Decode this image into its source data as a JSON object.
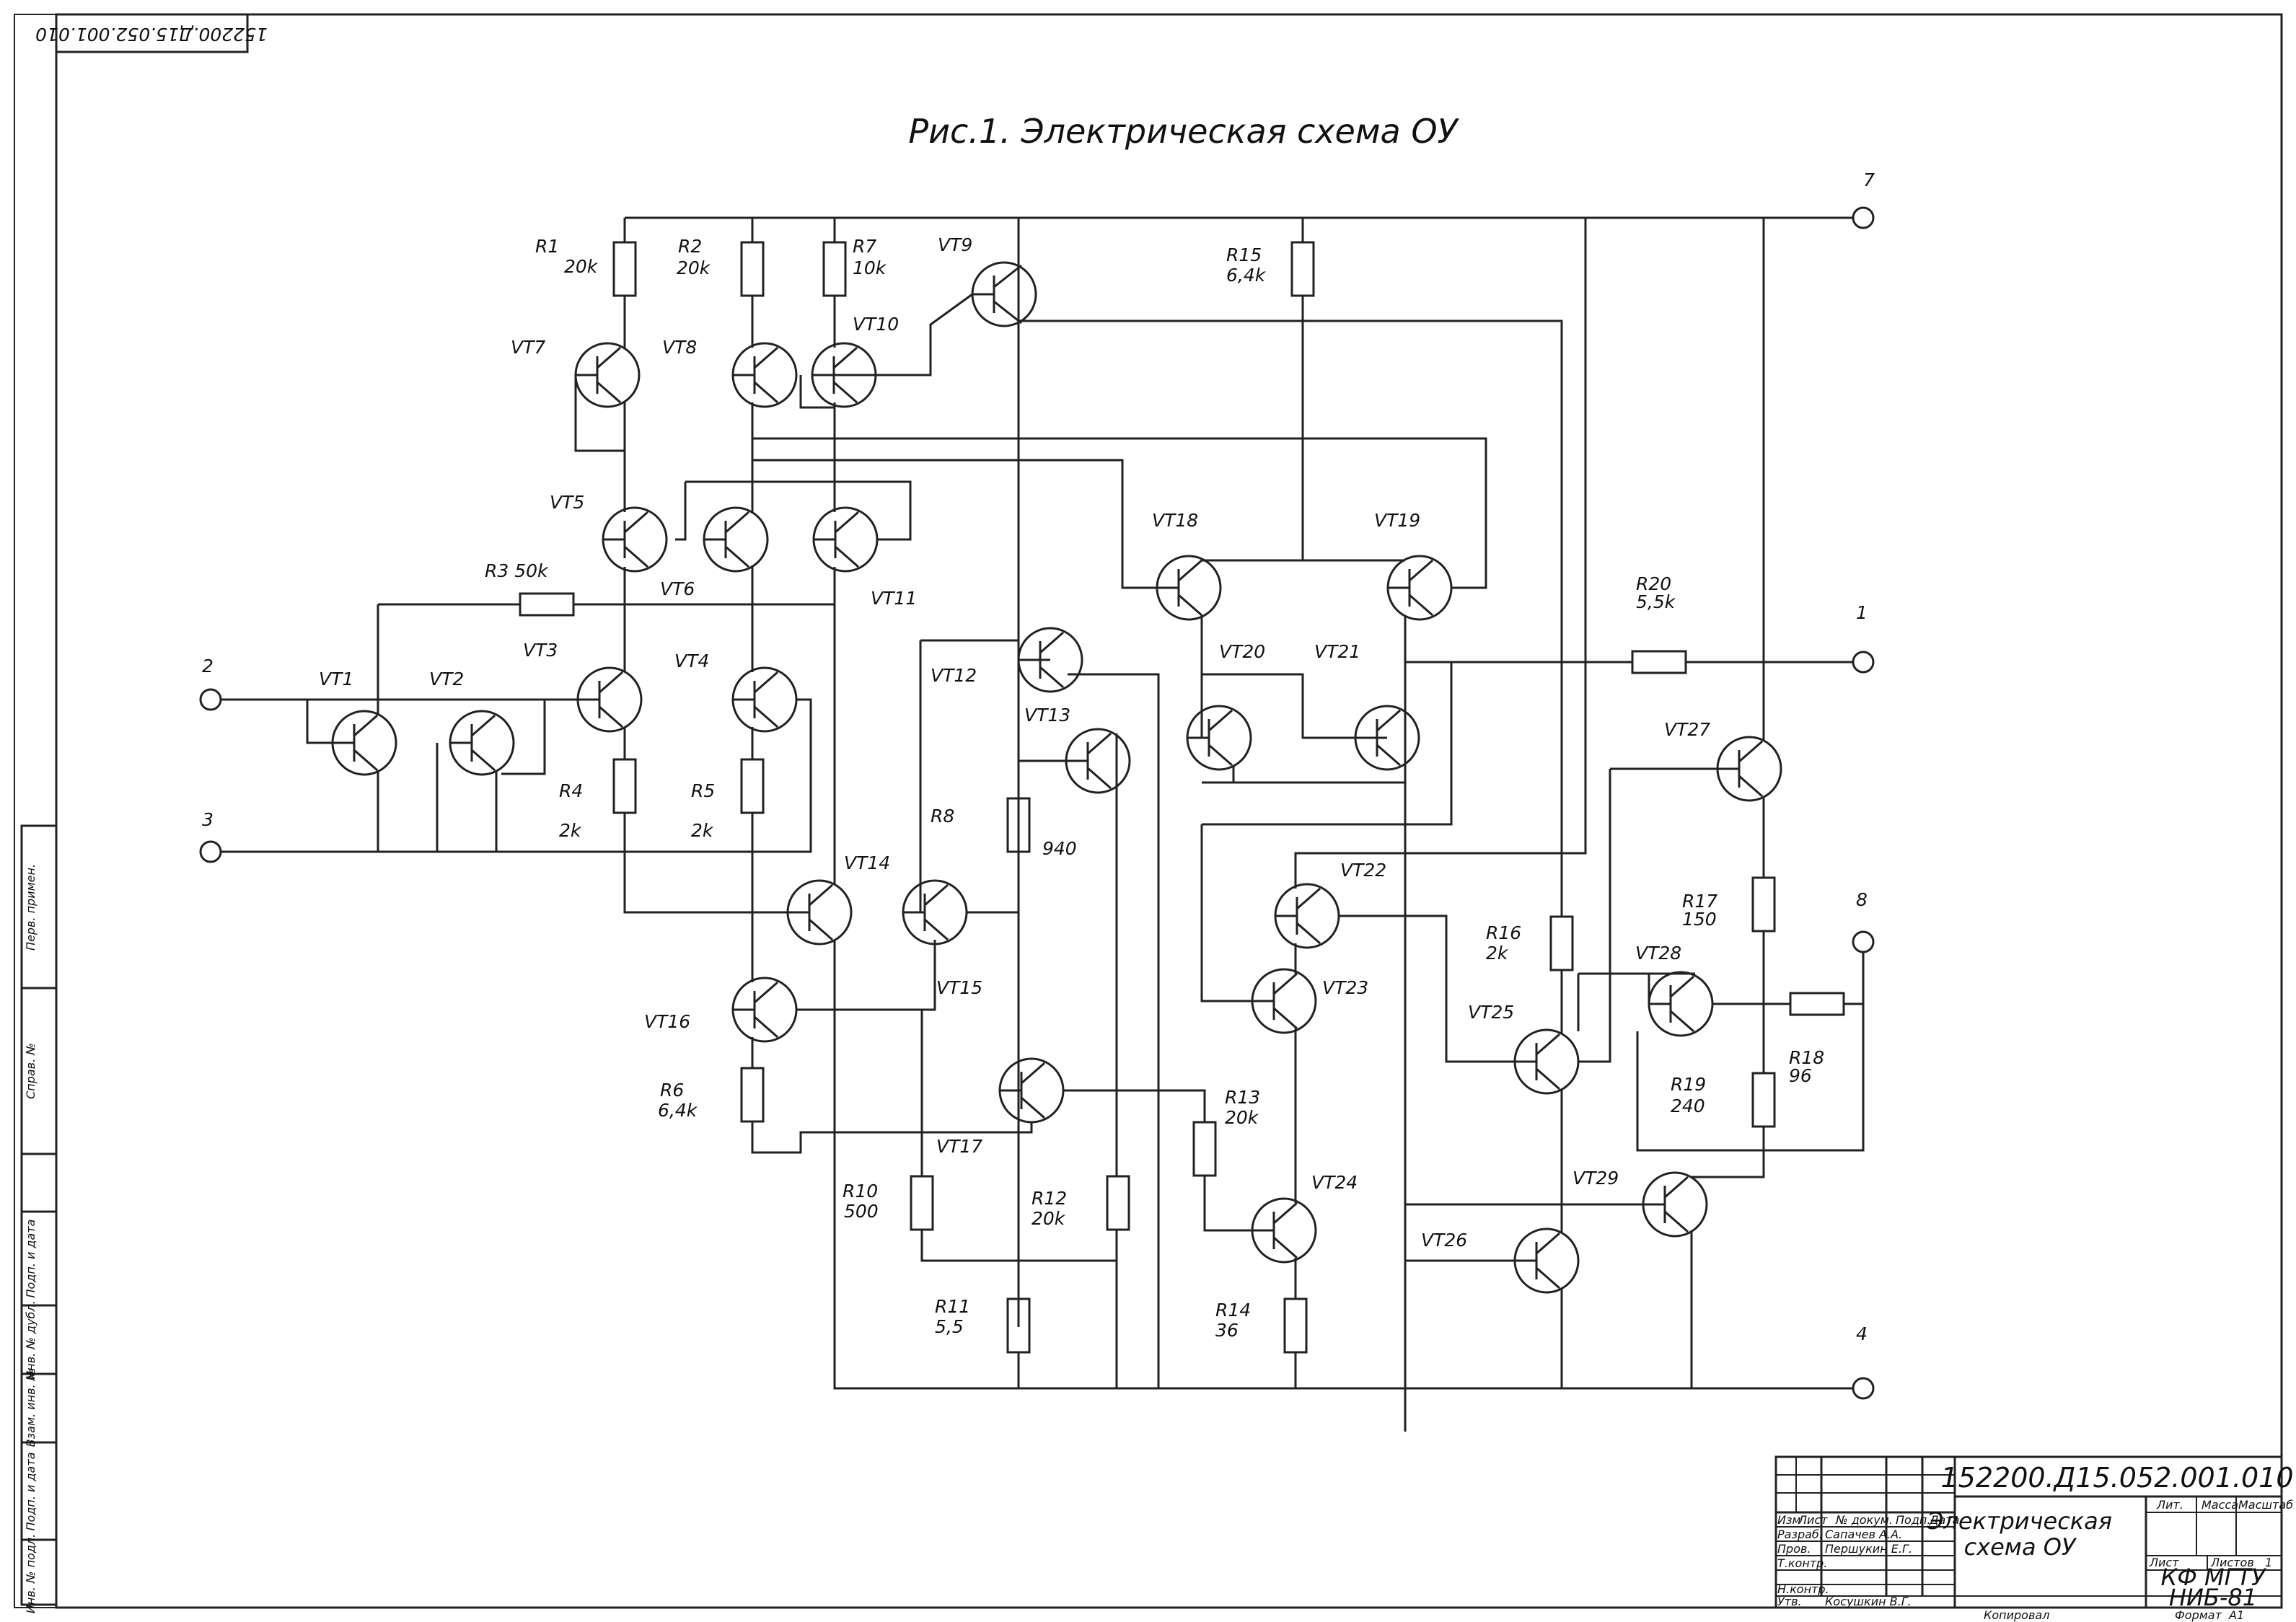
{
  "sheet": {
    "title": "Рис.1. Электрическая схема ОУ",
    "stamp": "152200.Д15.052.001.010"
  },
  "terminals": [
    {
      "id": "t7",
      "label": "7"
    },
    {
      "id": "t1",
      "label": "1"
    },
    {
      "id": "t2",
      "label": "2"
    },
    {
      "id": "t3",
      "label": "3"
    },
    {
      "id": "t8",
      "label": "8"
    },
    {
      "id": "t4",
      "label": "4"
    }
  ],
  "transistors": [
    "VT1",
    "VT2",
    "VT3",
    "VT4",
    "VT5",
    "VT6",
    "VT7",
    "VT8",
    "VT9",
    "VT10",
    "VT11",
    "VT12",
    "VT13",
    "VT14",
    "VT15",
    "VT16",
    "VT17",
    "VT18",
    "VT19",
    "VT20",
    "VT21",
    "VT22",
    "VT23",
    "VT24",
    "VT25",
    "VT26",
    "VT27",
    "VT28",
    "VT29"
  ],
  "resistors": [
    {
      "name": "R1",
      "value": "20k"
    },
    {
      "name": "R2",
      "value": "20k"
    },
    {
      "name": "R7",
      "value": "10k"
    },
    {
      "name": "R15",
      "value": "6,4k"
    },
    {
      "name": "R3",
      "value": "50k"
    },
    {
      "name": "R4",
      "value": "2k"
    },
    {
      "name": "R5",
      "value": "2k"
    },
    {
      "name": "R8",
      "value": "940"
    },
    {
      "name": "R20",
      "value": "5,5k"
    },
    {
      "name": "R16",
      "value": "2k"
    },
    {
      "name": "R17",
      "value": "150"
    },
    {
      "name": "R18",
      "value": "96"
    },
    {
      "name": "R19",
      "value": "240"
    },
    {
      "name": "R6",
      "value": "6,4k"
    },
    {
      "name": "R13",
      "value": "20k"
    },
    {
      "name": "R10",
      "value": "500"
    },
    {
      "name": "R12",
      "value": "20k"
    },
    {
      "name": "R11",
      "value": "5,5"
    },
    {
      "name": "R14",
      "value": "36"
    }
  ],
  "title_block": {
    "doc_number": "152200.Д15.052.001.010",
    "doc_title_line1": "Электрическая",
    "doc_title_line2": "схема ОУ",
    "col_headers": [
      "Изм",
      "Лист",
      "№ докум.",
      "Подп.",
      "Дата"
    ],
    "roles": [
      {
        "role": "Разраб.",
        "name": "Сапачев А.А."
      },
      {
        "role": "Пров.",
        "name": "Першукин Е.Г."
      },
      {
        "role": "Т.контр.",
        "name": ""
      },
      {
        "role": "Н.контр.",
        "name": ""
      },
      {
        "role": "Утв.",
        "name": "Косушкин В.Г."
      }
    ],
    "lit": "Лит.",
    "mass": "Масса",
    "scale": "Масштаб",
    "sheet": "Лист",
    "sheets": "Листов",
    "sheets_value": "1",
    "org_line1": "КФ МГТУ",
    "org_line2": "НИБ-81",
    "copied": "Копировал",
    "format": "Формат",
    "format_value": "А1"
  },
  "side_strip": [
    "Перв. примен.",
    "Справ. №",
    "Подп. и дата",
    "Инв. № дубл.",
    "Взам. инв. №",
    "Подп. и дата",
    "Инв. № подл."
  ]
}
